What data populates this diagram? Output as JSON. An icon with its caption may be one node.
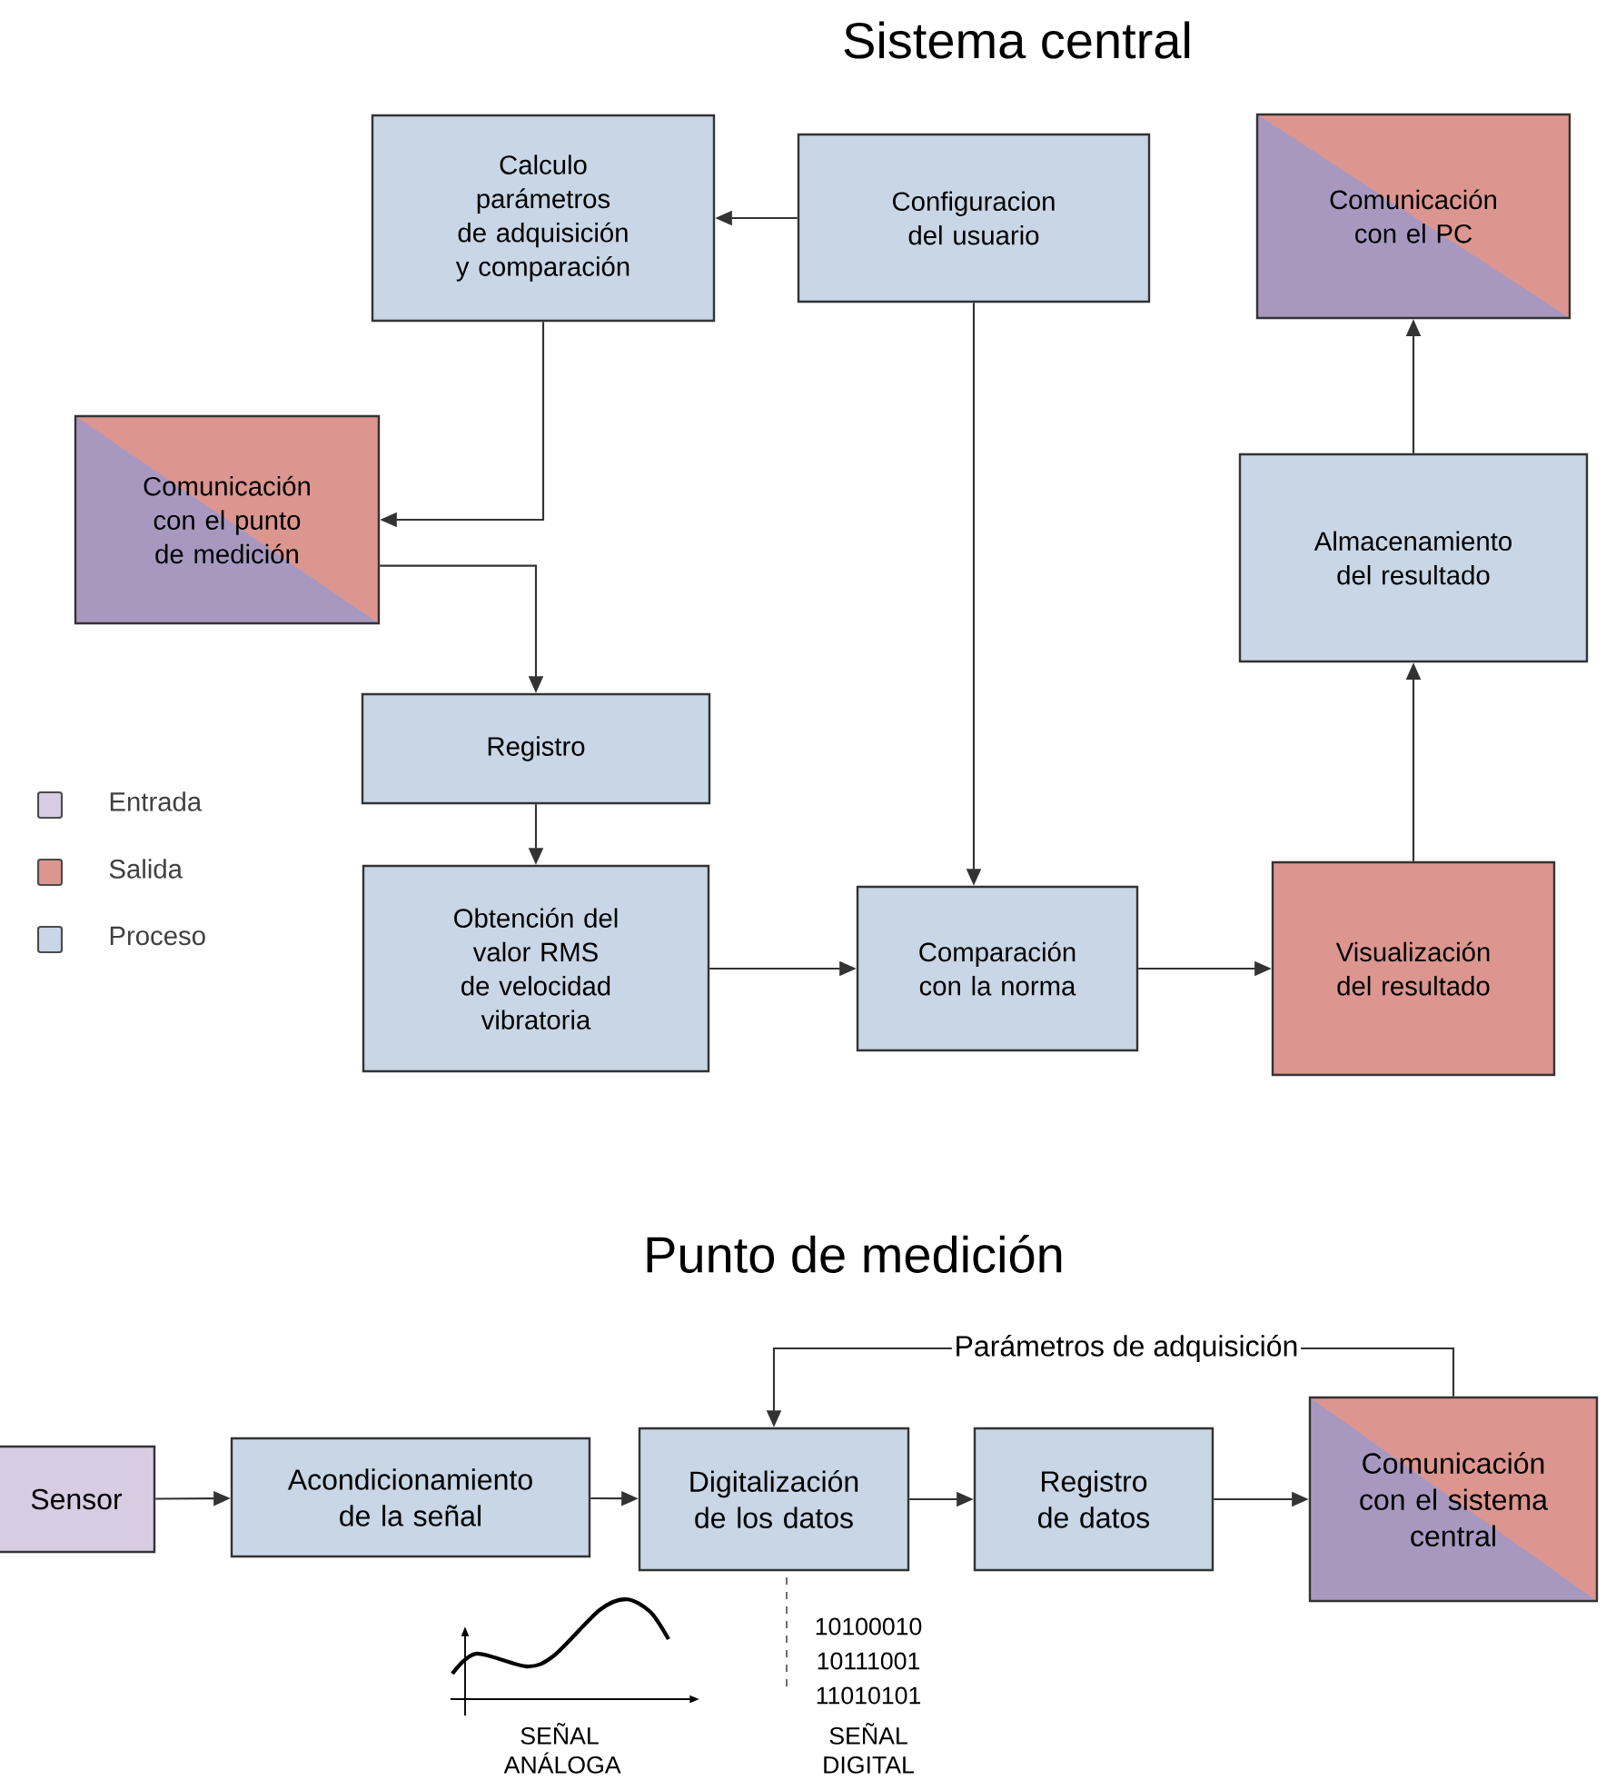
{
  "diagram": {
    "title": "Sistema central",
    "nodes": [
      {
        "text": [
          "Calculo parámetros de adquisición y comparación"
        ]
      },
      {
        "text": [
          "Configuracion del usuario"
        ]
      },
      {
        "text": [
          "Comunicación con el PC"
        ]
      },
      {
        "text": [
          "Comunicación con el punto de medición"
        ]
      },
      {
        "text": [
          "Almacenamiento del resultado"
        ]
      },
      {
        "text": [
          "Registro"
        ]
      },
      {
        "text": [
          "Obtención del valor RMS de velocidad vibratoria"
        ]
      },
      {
        "text": [
          "Comparación con la norma"
        ]
      },
      {
        "text": [
          "Visualización del resultado"
        ]
      },
      {
        "text": [
          "Sensor"
        ]
      },
      {
        "text": [
          "Acondicionamiento de la señal"
        ]
      },
      {
        "text": [
          "Digitalización de los datos"
        ]
      },
      {
        "text": [
          "Registro de datos"
        ]
      },
      {
        "text": [
          "Comunicación con el sistema central"
        ]
      }
    ],
    "edges": [
      {
        "from": 1,
        "to": 0,
        "arrow": "to"
      },
      {
        "from": 0,
        "to": 3,
        "arrow": "to"
      },
      {
        "from": 3,
        "to": 5,
        "arrow": "to"
      },
      {
        "from": 5,
        "to": 6,
        "arrow": "to"
      },
      {
        "from": 6,
        "to": 7,
        "arrow": "to"
      },
      {
        "from": 1,
        "to": 7,
        "arrow": "to"
      },
      {
        "from": 7,
        "to": 8,
        "arrow": "to"
      },
      {
        "from": 8,
        "to": 4,
        "arrow": "to"
      },
      {
        "from": 4,
        "to": 2,
        "arrow": "to"
      },
      {
        "from": 9,
        "to": 10,
        "arrow": "to"
      },
      {
        "from": 10,
        "to": 11,
        "arrow": "to"
      },
      {
        "from": 11,
        "to": 12,
        "arrow": "to"
      },
      {
        "from": 12,
        "to": 13,
        "arrow": "to"
      },
      {
        "from": 13,
        "to": 11,
        "arrow": "to",
        "label": "Parámetros de adquisición"
      }
    ],
    "labels": [
      "Punto de medición",
      "10100010",
      "10111001",
      "11010101",
      "SEÑAL ANÁLOGA",
      "SEÑAL DIGITAL"
    ],
    "legend": [
      {
        "text": "Entrada",
        "color": "#d8cce2"
      },
      {
        "text": "Salida",
        "color": "#dc968f"
      },
      {
        "text": "Proceso",
        "color": "#c8d6e6"
      }
    ]
  }
}
